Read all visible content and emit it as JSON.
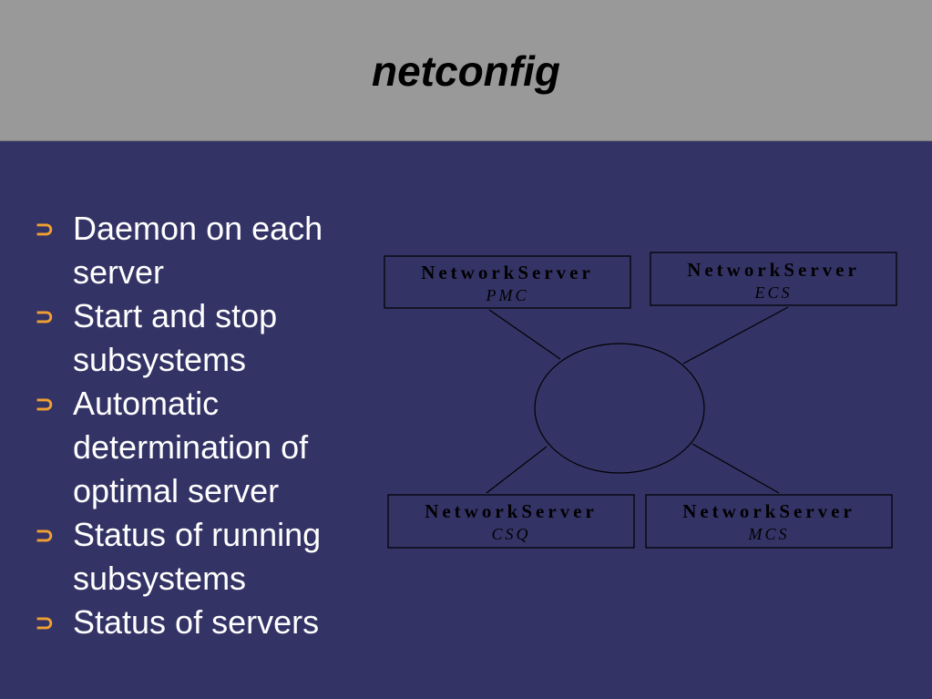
{
  "slide": {
    "title": "netconfig"
  },
  "bullets": [
    "Daemon on each server",
    "Start and stop subsystems",
    "Automatic determination of optimal server",
    "Status of running subsystems",
    "Status of servers"
  ],
  "bullet_marker": "⊃",
  "diagram": {
    "nodes": [
      {
        "name": "NetworkServer",
        "sub": "PMC"
      },
      {
        "name": "NetworkServer",
        "sub": "ECS"
      },
      {
        "name": "NetworkServer",
        "sub": "CSQ"
      },
      {
        "name": "NetworkServer",
        "sub": "MCS"
      }
    ]
  },
  "colors": {
    "header_bg": "#999999",
    "body_bg": "#343366",
    "bullet_marker": "#f0a030",
    "text": "#ffffff",
    "node_bg": "#343366",
    "stroke": "#000000"
  }
}
